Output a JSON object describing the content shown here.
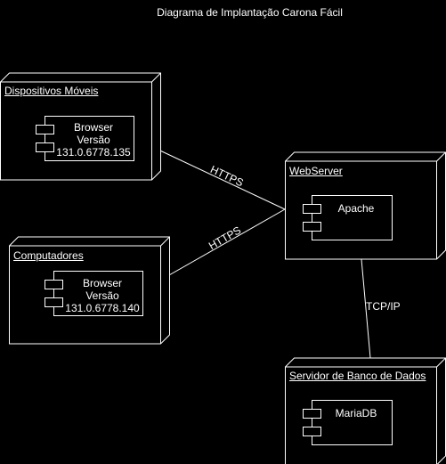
{
  "title": "Diagrama de Implantação Carona Fácil",
  "nodes": {
    "mobile": {
      "name": "Dispositivos Móveis",
      "component": [
        "Browser",
        "Versão",
        "131.0.6778.135"
      ]
    },
    "computers": {
      "name": "Computadores",
      "component": [
        "Browser",
        "Versão",
        "131.0.6778.140"
      ]
    },
    "webserver": {
      "name": "WebServer",
      "component": [
        "Apache"
      ]
    },
    "database": {
      "name": "Servidor de Banco de Dados",
      "component": [
        "MariaDB"
      ]
    }
  },
  "connections": {
    "mobile_web": "HTTPS",
    "computers_web": "HTTPS",
    "web_db": "TCP/IP"
  }
}
